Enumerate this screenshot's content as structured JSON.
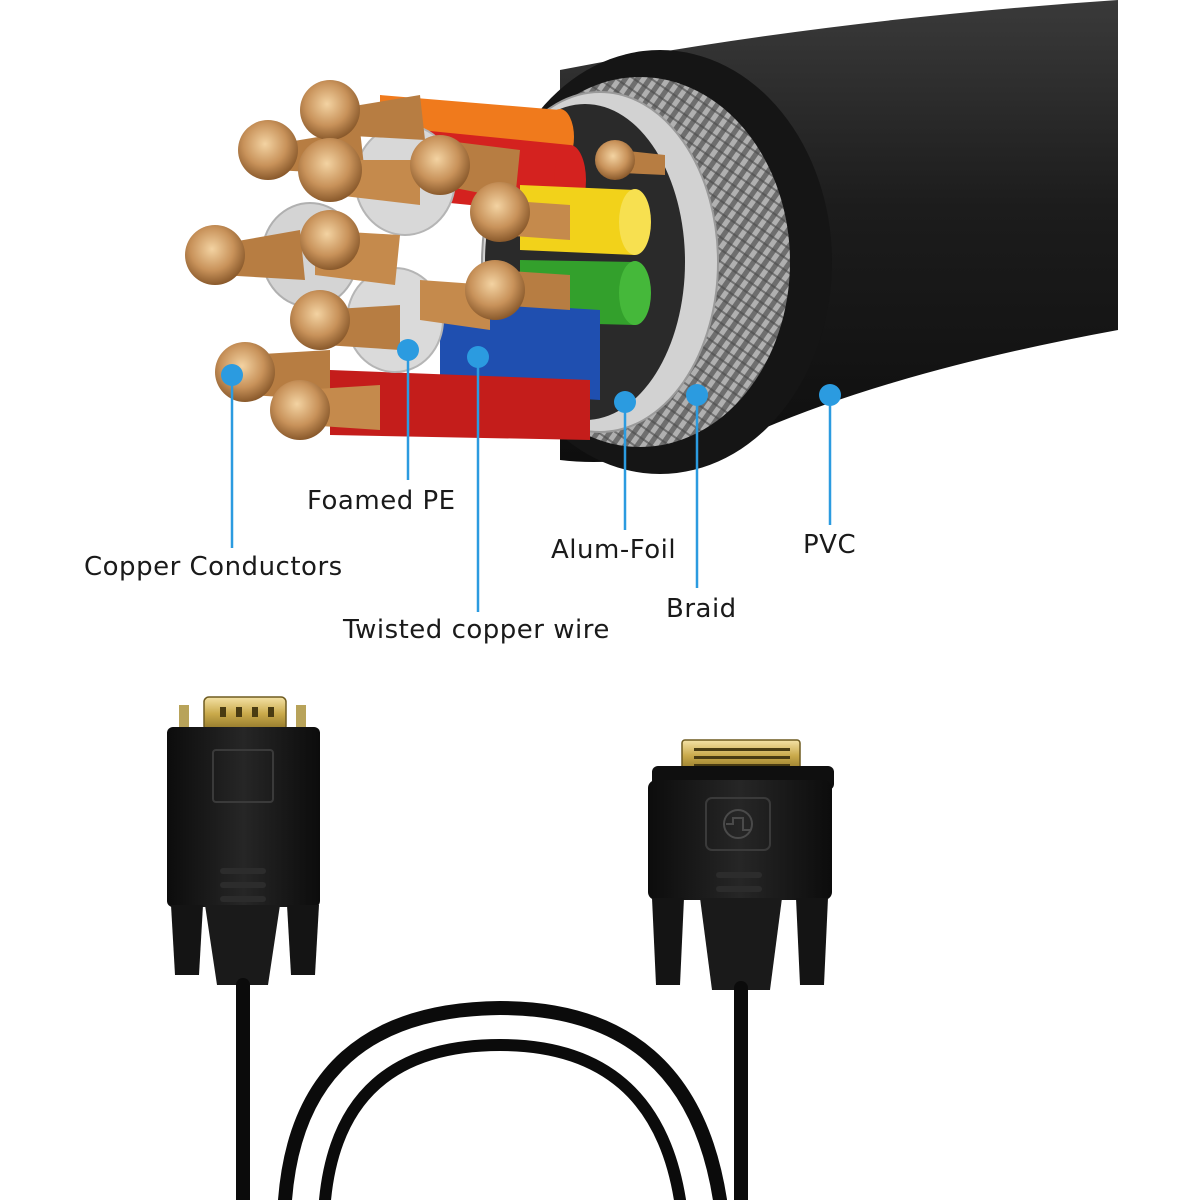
{
  "labels": {
    "copper_conductors": "Copper Conductors",
    "foamed_pe": "Foamed PE",
    "twisted_copper_wire": "Twisted copper wire",
    "alum_foil": "Alum-Foil",
    "braid": "Braid",
    "pvc": "PVC"
  },
  "colors": {
    "callout": "#2b9be0",
    "jacket": "#1e1e1e",
    "braid": "#8c8c8c",
    "foil": "#c8c8c8",
    "copper": "#c8925a",
    "insulation": [
      "#f07a1c",
      "#d4221f",
      "#f2d21a",
      "#33a02c",
      "#1f4fb0",
      "#d4d4d4"
    ]
  },
  "connectors": {
    "left": "VGA",
    "right": "DVI"
  }
}
